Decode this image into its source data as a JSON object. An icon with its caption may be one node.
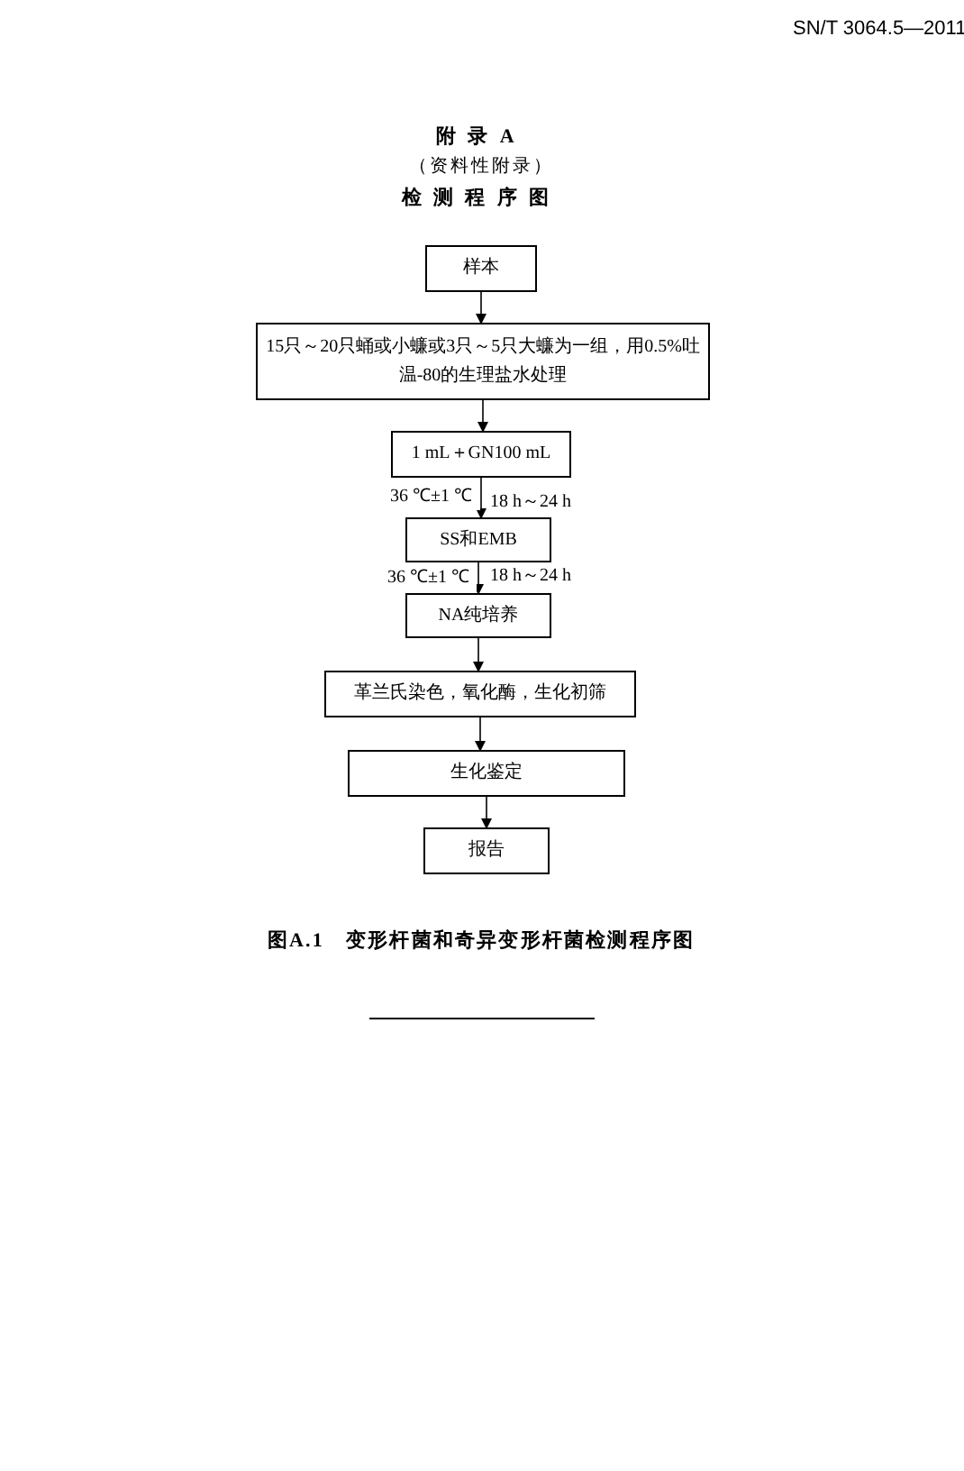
{
  "diagram": {
    "title": "检测程序图",
    "caption": "图A.1　变形杆菌和奇异变形杆菌检测程序图",
    "nodes": [
      {
        "text": [
          "样本"
        ]
      },
      {
        "text": [
          "15只～20只蛹或小蠊或3只～5只大蠊为一组，用0.5%吐温-80的生理盐水处理"
        ]
      },
      {
        "text": [
          "1 mL＋GN100 mL"
        ]
      },
      {
        "text": [
          "SS和EMB"
        ]
      },
      {
        "text": [
          "NA纯培养"
        ]
      },
      {
        "text": [
          "革兰氏染色，氧化酶，生化初筛"
        ]
      },
      {
        "text": [
          "生化鉴定"
        ]
      },
      {
        "text": [
          "报告"
        ]
      }
    ],
    "edges": [
      {
        "from": 0,
        "to": 1,
        "arrow": "to"
      },
      {
        "from": 1,
        "to": 2,
        "arrow": "to"
      },
      {
        "from": 2,
        "to": 3,
        "arrow": "to",
        "label": "36 ℃±1 ℃"
      },
      {
        "from": 3,
        "to": 4,
        "arrow": "to",
        "label": "36 ℃±1 ℃"
      },
      {
        "from": 4,
        "to": 5,
        "arrow": "to"
      },
      {
        "from": 5,
        "to": 6,
        "arrow": "to"
      },
      {
        "from": 6,
        "to": 7,
        "arrow": "to"
      }
    ],
    "labels": [
      "SN/T 3064.5—2011",
      "附录A",
      "（资料性附录）",
      "18 h～24 h",
      "18 h～24 h"
    ]
  }
}
